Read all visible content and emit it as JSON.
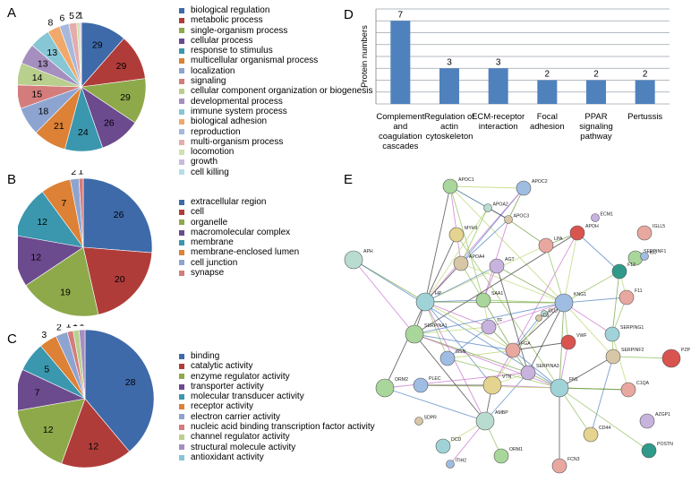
{
  "panels": {
    "a": "A",
    "b": "B",
    "c": "C",
    "d": "D",
    "e": "E"
  },
  "colors": [
    "#3e6aa9",
    "#b03c3a",
    "#8ea94a",
    "#6c4a8e",
    "#3a97ad",
    "#dc8135",
    "#8ea4d0",
    "#d47c7c",
    "#b9cf8e",
    "#a58fbf",
    "#86c6d5",
    "#f0a96a",
    "#a6b9dc",
    "#e5acac",
    "#cfe0b2",
    "#c9bada",
    "#b8dce7"
  ],
  "chart_data": [
    {
      "type": "pie",
      "panel": "A",
      "labels": [
        "biological regulation",
        "metabolic process",
        "single-organism process",
        "cellular process",
        "response to stimulus",
        "multicellular organismal process",
        "localization",
        "signaling",
        "cellular component organization or biogenesis",
        "developmental process",
        "immune system process",
        "biological adhesion",
        "reproduction",
        "multi-organism process",
        "locomotion",
        "growth",
        "cell killing"
      ],
      "values": [
        29,
        29,
        29,
        26,
        24,
        21,
        18,
        15,
        14,
        13,
        13,
        8,
        6,
        5,
        2,
        1
      ],
      "value_labels": [
        "29",
        "29",
        "29",
        "26",
        "24",
        "21",
        "18",
        "15",
        "14",
        "13",
        "13",
        "8",
        "6",
        "5",
        "2",
        "1"
      ]
    },
    {
      "type": "pie",
      "panel": "B",
      "labels": [
        "extracellular region",
        "cell",
        "organelle",
        "macromolecular complex",
        "membrane",
        "membrane-enclosed lumen",
        "cell junction",
        "synapse"
      ],
      "values": [
        26,
        20,
        19,
        12,
        12,
        7,
        2,
        1
      ],
      "value_labels": [
        "26",
        "20",
        "19",
        "12",
        "12",
        "7",
        "2",
        "1"
      ]
    },
    {
      "type": "pie",
      "panel": "C",
      "labels": [
        "binding",
        "catalytic activity",
        "enzyme regulator activity",
        "transporter activity",
        "molecular transducer activity",
        "receptor activity",
        "electron carrier activity",
        "nucleic acid binding transcription factor activity",
        "channel regulator activity",
        "structural molecule activity",
        "antioxidant activity"
      ],
      "values": [
        28,
        12,
        12,
        7,
        5,
        3,
        2,
        1,
        1,
        1
      ],
      "value_labels": [
        "28",
        "12",
        "12",
        "7",
        "5",
        "3",
        "2",
        "1",
        "1",
        "1"
      ]
    },
    {
      "type": "bar",
      "panel": "D",
      "categories": [
        "Complement and coagulation cascades",
        "Regulation of actin cytoskeleton",
        "ECM-receptor interaction",
        "Focal adhesion",
        "PPAR signaling pathway",
        "Pertussis"
      ],
      "category_lines": [
        [
          "Complement",
          "and",
          "coagulation",
          "cascades"
        ],
        [
          "Regulation of",
          "actin",
          "cytoskeleton"
        ],
        [
          "ECM-receptor",
          "interaction"
        ],
        [
          "Focal",
          "adhesion"
        ],
        [
          "PPAR",
          "signaling",
          "pathway"
        ],
        [
          "Pertussis"
        ]
      ],
      "values": [
        7,
        3,
        3,
        2,
        2,
        2
      ],
      "value_labels": [
        "7",
        "3",
        "3",
        "2",
        "2",
        "2"
      ],
      "ylabel": "Protein numbers",
      "ylim": [
        0,
        8
      ],
      "grid": true,
      "bar_color": "#4f81bd"
    }
  ],
  "network": {
    "nodes": [
      "APOC1",
      "APOC2",
      "IGLL5",
      "APOA2",
      "APOC3",
      "ECM1",
      "MYH9",
      "APOH",
      "SERPINF1",
      "IGJ",
      "LPA",
      "APH",
      "APOA4",
      "AGT",
      "F12",
      "HP",
      "SAA1",
      "KNG1",
      "F11",
      "CLU",
      "C3",
      "TF",
      "VWF",
      "SERPING1",
      "SERPINA1",
      "GSN",
      "FGA",
      "PZP",
      "SERPINF2",
      "SERPINA3",
      "VTN",
      "FN1",
      "ORM2",
      "PLEC",
      "C1QA",
      "AMBP",
      "SDPR",
      "AZGP1",
      "CD44",
      "DCD",
      "ORM1",
      "ITIH2",
      "FCN3",
      "POSTN"
    ]
  }
}
